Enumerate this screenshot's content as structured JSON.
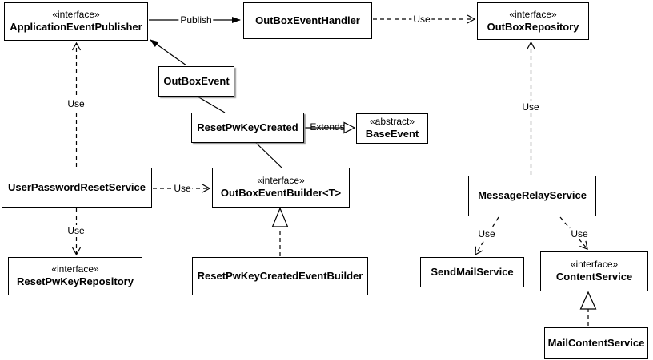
{
  "colors": {
    "stroke": "#000000",
    "node_background": "#ffffff",
    "shadow": "#999999"
  },
  "nodes": [
    {
      "id": "application-event-publisher",
      "stereotype": "«interface»",
      "name": "ApplicationEventPublisher"
    },
    {
      "id": "outbox-event-handler",
      "stereotype": "",
      "name": "OutBoxEventHandler"
    },
    {
      "id": "outbox-repository",
      "stereotype": "«interface»",
      "name": "OutBoxRepository"
    },
    {
      "id": "outbox-event",
      "stereotype": "",
      "name": "OutBoxEvent"
    },
    {
      "id": "reset-pw-key-created",
      "stereotype": "",
      "name": "ResetPwKeyCreated"
    },
    {
      "id": "base-event",
      "stereotype": "«abstract»",
      "name": "BaseEvent"
    },
    {
      "id": "user-password-reset-service",
      "stereotype": "",
      "name": "UserPasswordResetService"
    },
    {
      "id": "outbox-event-builder",
      "stereotype": "«interface»",
      "name": "OutBoxEventBuilder<T>"
    },
    {
      "id": "message-relay-service",
      "stereotype": "",
      "name": "MessageRelayService"
    },
    {
      "id": "reset-pw-key-repository",
      "stereotype": "«interface»",
      "name": "ResetPwKeyRepository"
    },
    {
      "id": "reset-pw-key-created-event-builder",
      "stereotype": "",
      "name": "ResetPwKeyCreatedEventBuilder"
    },
    {
      "id": "send-mail-service",
      "stereotype": "",
      "name": "SendMailService"
    },
    {
      "id": "content-service",
      "stereotype": "«interface»",
      "name": "ContentService"
    },
    {
      "id": "mail-content-service",
      "stereotype": "",
      "name": "MailContentService"
    }
  ],
  "edges": [
    {
      "from": "application-event-publisher",
      "to": "outbox-event-handler",
      "label": "Publish",
      "line": "solid",
      "arrow": "filled"
    },
    {
      "from": "outbox-event-handler",
      "to": "outbox-repository",
      "label": "Use",
      "line": "dashed",
      "arrow": "open"
    },
    {
      "from": "user-password-reset-service",
      "to": "application-event-publisher",
      "label": "Use",
      "line": "dashed",
      "arrow": "open"
    },
    {
      "from": "outbox-event",
      "to": "application-event-publisher",
      "label": "",
      "line": "solid",
      "arrow": "filled"
    },
    {
      "from": "outbox-event",
      "to": "reset-pw-key-created",
      "label": "",
      "line": "solid",
      "arrow": "none"
    },
    {
      "from": "reset-pw-key-created",
      "to": "base-event",
      "label": "Extends",
      "line": "solid",
      "arrow": "hollow-triangle"
    },
    {
      "from": "reset-pw-key-created",
      "to": "outbox-event-builder",
      "label": "",
      "line": "solid",
      "arrow": "none"
    },
    {
      "from": "user-password-reset-service",
      "to": "outbox-event-builder",
      "label": "Use",
      "line": "dashed",
      "arrow": "open"
    },
    {
      "from": "user-password-reset-service",
      "to": "reset-pw-key-repository",
      "label": "Use",
      "line": "dashed",
      "arrow": "open"
    },
    {
      "from": "reset-pw-key-created-event-builder",
      "to": "outbox-event-builder",
      "label": "",
      "line": "dashed",
      "arrow": "hollow-triangle"
    },
    {
      "from": "message-relay-service",
      "to": "outbox-repository",
      "label": "Use",
      "line": "dashed",
      "arrow": "open"
    },
    {
      "from": "message-relay-service",
      "to": "send-mail-service",
      "label": "Use",
      "line": "dashed",
      "arrow": "open"
    },
    {
      "from": "message-relay-service",
      "to": "content-service",
      "label": "Use",
      "line": "dashed",
      "arrow": "open"
    },
    {
      "from": "mail-content-service",
      "to": "content-service",
      "label": "",
      "line": "dashed",
      "arrow": "hollow-triangle"
    }
  ]
}
